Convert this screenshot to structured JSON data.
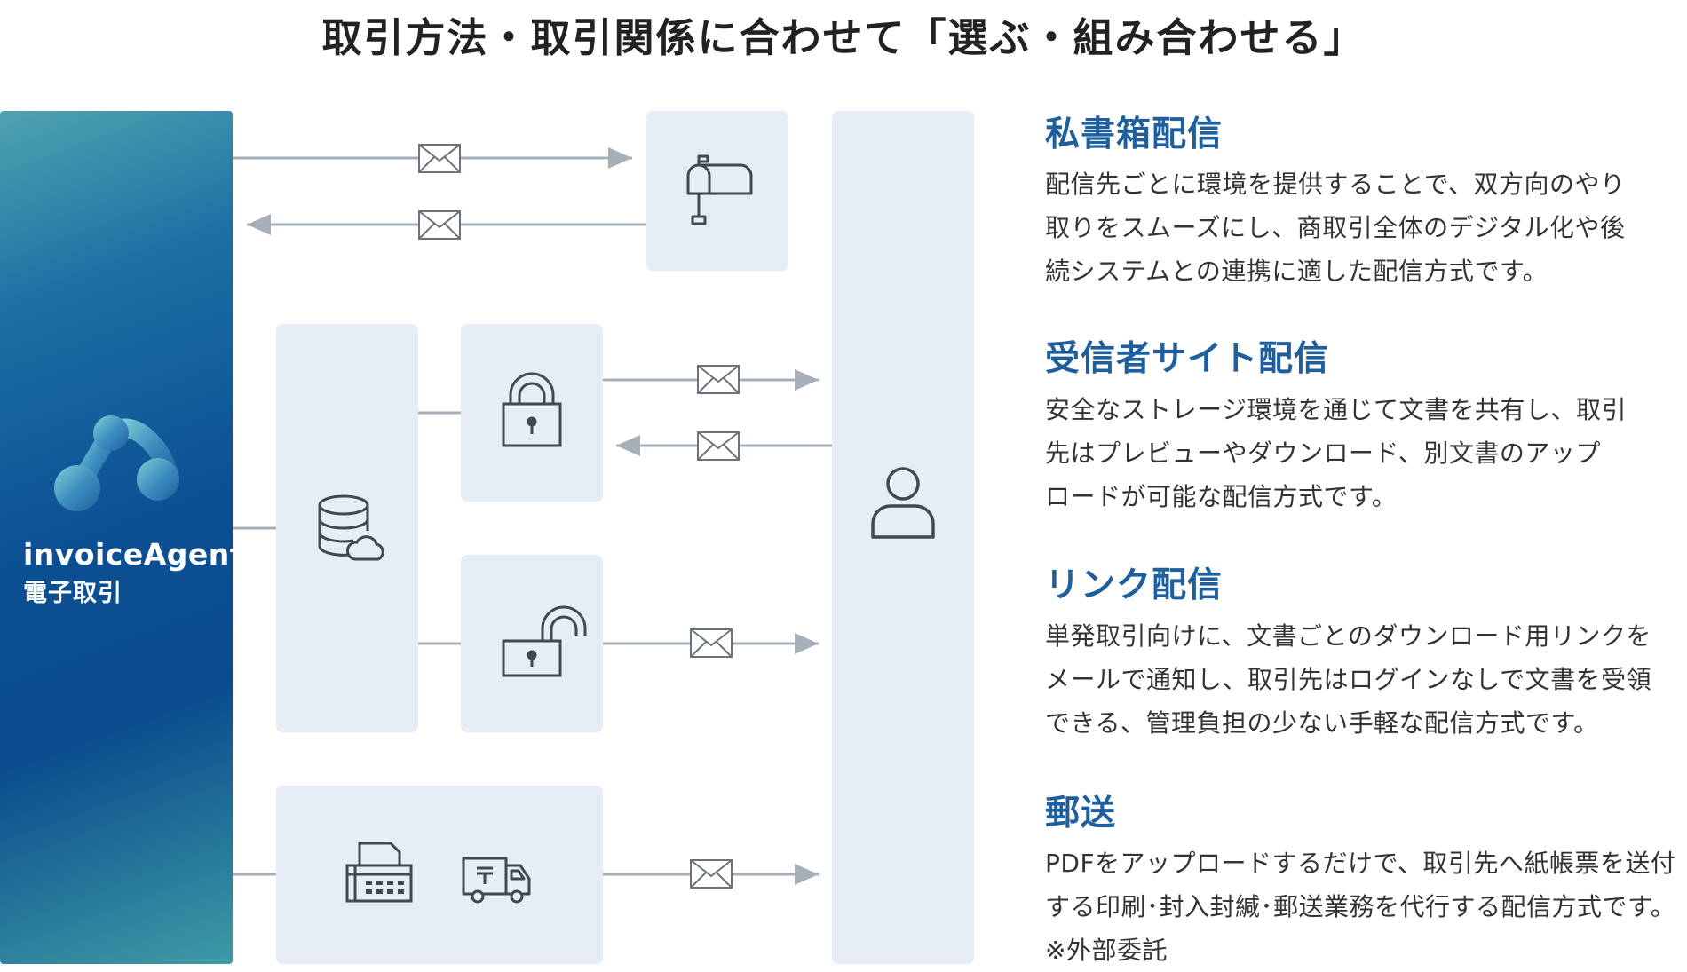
{
  "title": "取引方法・取引関係に合わせて「選ぶ・組み合わせる」",
  "brand": {
    "name": "invoiceAgent",
    "subtitle": "電子取引",
    "gradient_colors": [
      "#4fa3b0",
      "#0b4f93",
      "#3d9ba6"
    ]
  },
  "colors": {
    "panel": "#e6edf7",
    "connector": "#a7b0ba",
    "icon_stroke": "#3f4953",
    "heading": "#1f5f9e",
    "text": "#333333"
  },
  "icons": {
    "mailbox": "mailbox-icon",
    "envelope": "envelope-icon",
    "lock_closed": "lock-closed-icon",
    "lock_open": "lock-open-icon",
    "database_cloud": "database-cloud-icon",
    "fax": "fax-machine-icon",
    "truck": "delivery-truck-icon",
    "user": "user-icon"
  },
  "methods": [
    {
      "heading": "私書箱配信",
      "lines": [
        "配信先ごとに環境を提供することで、双方向のやり",
        "取りをスムーズにし、商取引全体のデジタル化や後",
        "続システムとの連携に適した配信方式です。"
      ]
    },
    {
      "heading": "受信者サイト配信",
      "lines": [
        "安全なストレージ環境を通じて文書を共有し、取引",
        "先はプレビューやダウンロード、別文書のアップ",
        "ロードが可能な配信方式です。"
      ]
    },
    {
      "heading": "リンク配信",
      "lines": [
        "単発取引向けに、文書ごとのダウンロード用リンクを",
        "メールで通知し、取引先はログインなしで文書を受領",
        "できる、管理負担の少ない手軽な配信方式です。"
      ]
    },
    {
      "heading": "郵送",
      "lines": [
        "PDFをアップロードするだけで、取引先へ紙帳票を送付",
        "する印刷･封入封緘･郵送業務を代行する配信方式です。",
        "※外部委託"
      ]
    }
  ]
}
